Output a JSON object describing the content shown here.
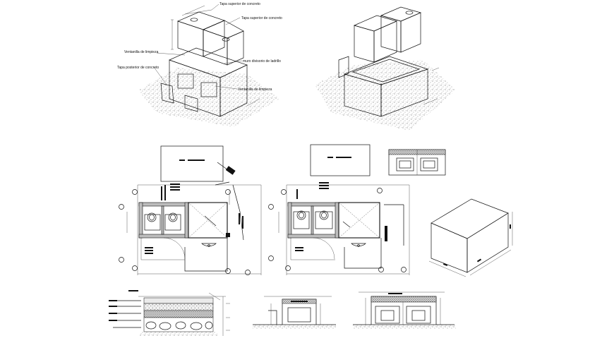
{
  "sheet": {
    "background": "#ffffff",
    "ink": "#111111"
  },
  "labels": {
    "tapa_superior_1": "Tapa superior de concreto",
    "tapa_superior_2": "Tapa superior de concreto",
    "ventanilla_limpieza_left": "Ventanilla de limpieza",
    "tapa_posterior": "Tapa posterior de concreto",
    "muro_divisorio": "muro divisorio de ladrillo",
    "ventanilla_limpieza_right": "Ventanilla de limpieza"
  },
  "icons": {
    "gravel": "gravel-hatch-pattern",
    "toilet": "toilet-fixture-icon",
    "sink": "sink-fixture-icon",
    "grid_bubble": "grid-axis-bubble-icon"
  }
}
